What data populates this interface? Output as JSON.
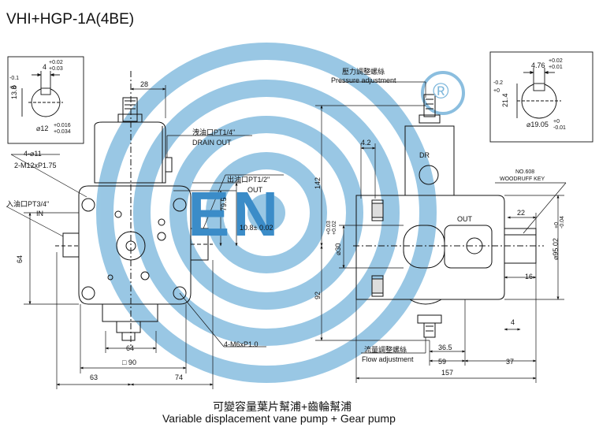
{
  "title": "VHI+HGP-1A(4BE)",
  "caption": {
    "cn": "可變容量葉片幫浦+齒輪幫浦",
    "en": "Variable displacement vane pump + Gear pump"
  },
  "brand": {
    "logo_text": "EN",
    "registered": "®",
    "colors": {
      "rings": "#7fb8dc",
      "logo": "#3b8cc8"
    }
  },
  "left_view": {
    "key_box": {
      "width": "4",
      "width_tol_top": "+0.02",
      "width_tol_bot": "+0.03",
      "height": "13.8",
      "height_tol_top": "+0",
      "height_tol_bot": "-0.1",
      "shaft": "⌀12",
      "shaft_tol_top": "+0.016",
      "shaft_tol_bot": "+0.034"
    },
    "mount_holes": "4-⌀11",
    "mount_thread": "2-M12xP1.75",
    "inlet_cn": "入油口PT3/4\"",
    "inlet_en": "IN",
    "drain_cn": "洩油口PT1/4\"",
    "drain_en": "DRAIN OUT",
    "outlet_cn": "出油口PT1/2\"",
    "outlet_en": "OUT",
    "dim_28": "28",
    "dim_79_5": "79.5",
    "dim_10_8": "10.8± 0.02",
    "dim_64_v": "64",
    "dim_64_h": "64",
    "dim_90": "□ 90",
    "dim_63": "63",
    "dim_74": "74",
    "bolts": "4-M6xP1.0"
  },
  "right_view": {
    "pressure_cn": "壓力調整螺絲",
    "pressure_en": "Pressure adjustment",
    "flow_cn": "流量調整螺絲",
    "flow_en": "Flow adjustment",
    "dr": "DR",
    "out": "OUT",
    "key_cn": "NO.608",
    "key_en": "WOODRUFF KEY",
    "key_box": {
      "width": "4.76",
      "width_tol_top": "+0.02",
      "width_tol_bot": "+0.01",
      "height": "21.4",
      "height_tol_top": "+0",
      "height_tol_bot": "-0.2",
      "shaft": "⌀19.05",
      "shaft_tol_top": "+0",
      "shaft_tol_bot": "-0.01"
    },
    "dim_4_2": "4.2",
    "dim_142": "142",
    "dim_92": "92",
    "dim_30": "⌀30",
    "dim_30_tol_top": "+0.03",
    "dim_30_tol_bot": "+0.02",
    "dim_22": "22",
    "dim_16": "16",
    "dim_4": "4",
    "dim_95": "⌀95.02",
    "dim_95_tol_top": "+0",
    "dim_95_tol_bot": "-0.04",
    "dim_36_5": "36.5",
    "dim_59": "59",
    "dim_37": "37",
    "dim_157": "157"
  }
}
